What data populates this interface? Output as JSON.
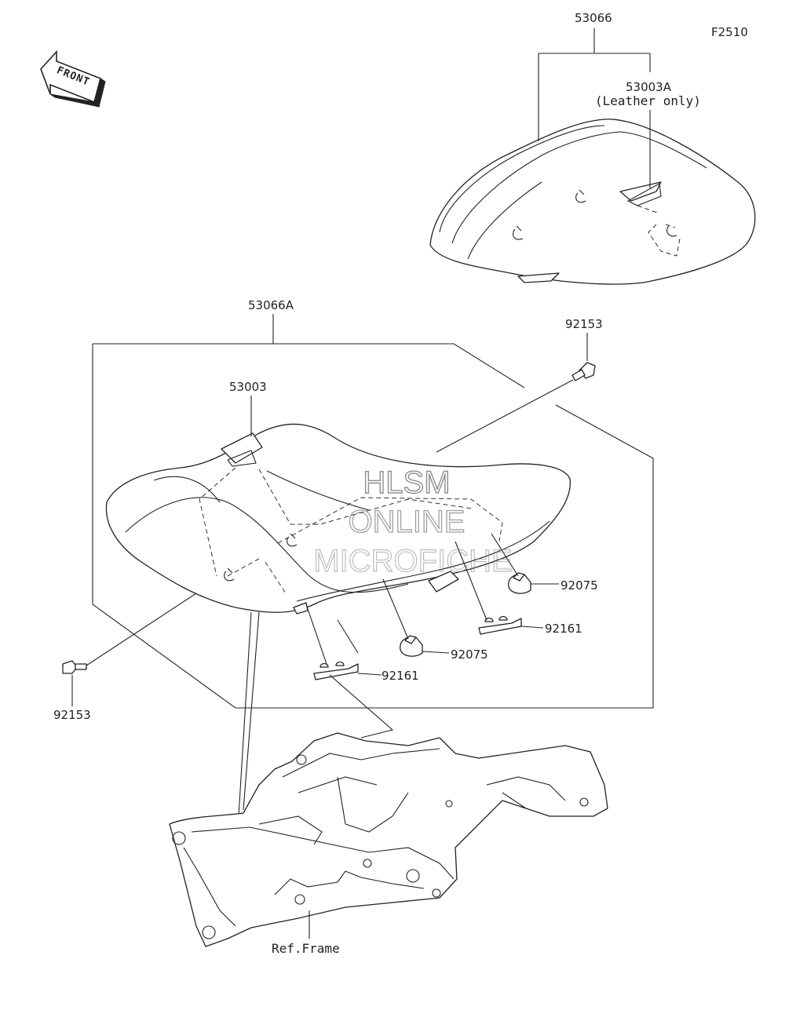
{
  "figure_code": "F2510",
  "front_marker": "FRONT",
  "watermark": [
    "HLSM",
    "ONLINE",
    "MICROFICHE"
  ],
  "parts": {
    "seat_assembly_rear": "53066",
    "strap_rear": "53003A",
    "strap_rear_note": "(Leather only)",
    "seat_assembly_main": "53066A",
    "strap_main": "53003",
    "bolt_right": "92153",
    "bolt_left": "92153",
    "damper_right": "92075",
    "damper_center": "92075",
    "clip_right": "92161",
    "clip_center": "92161",
    "frame_ref": "Ref.Frame"
  }
}
